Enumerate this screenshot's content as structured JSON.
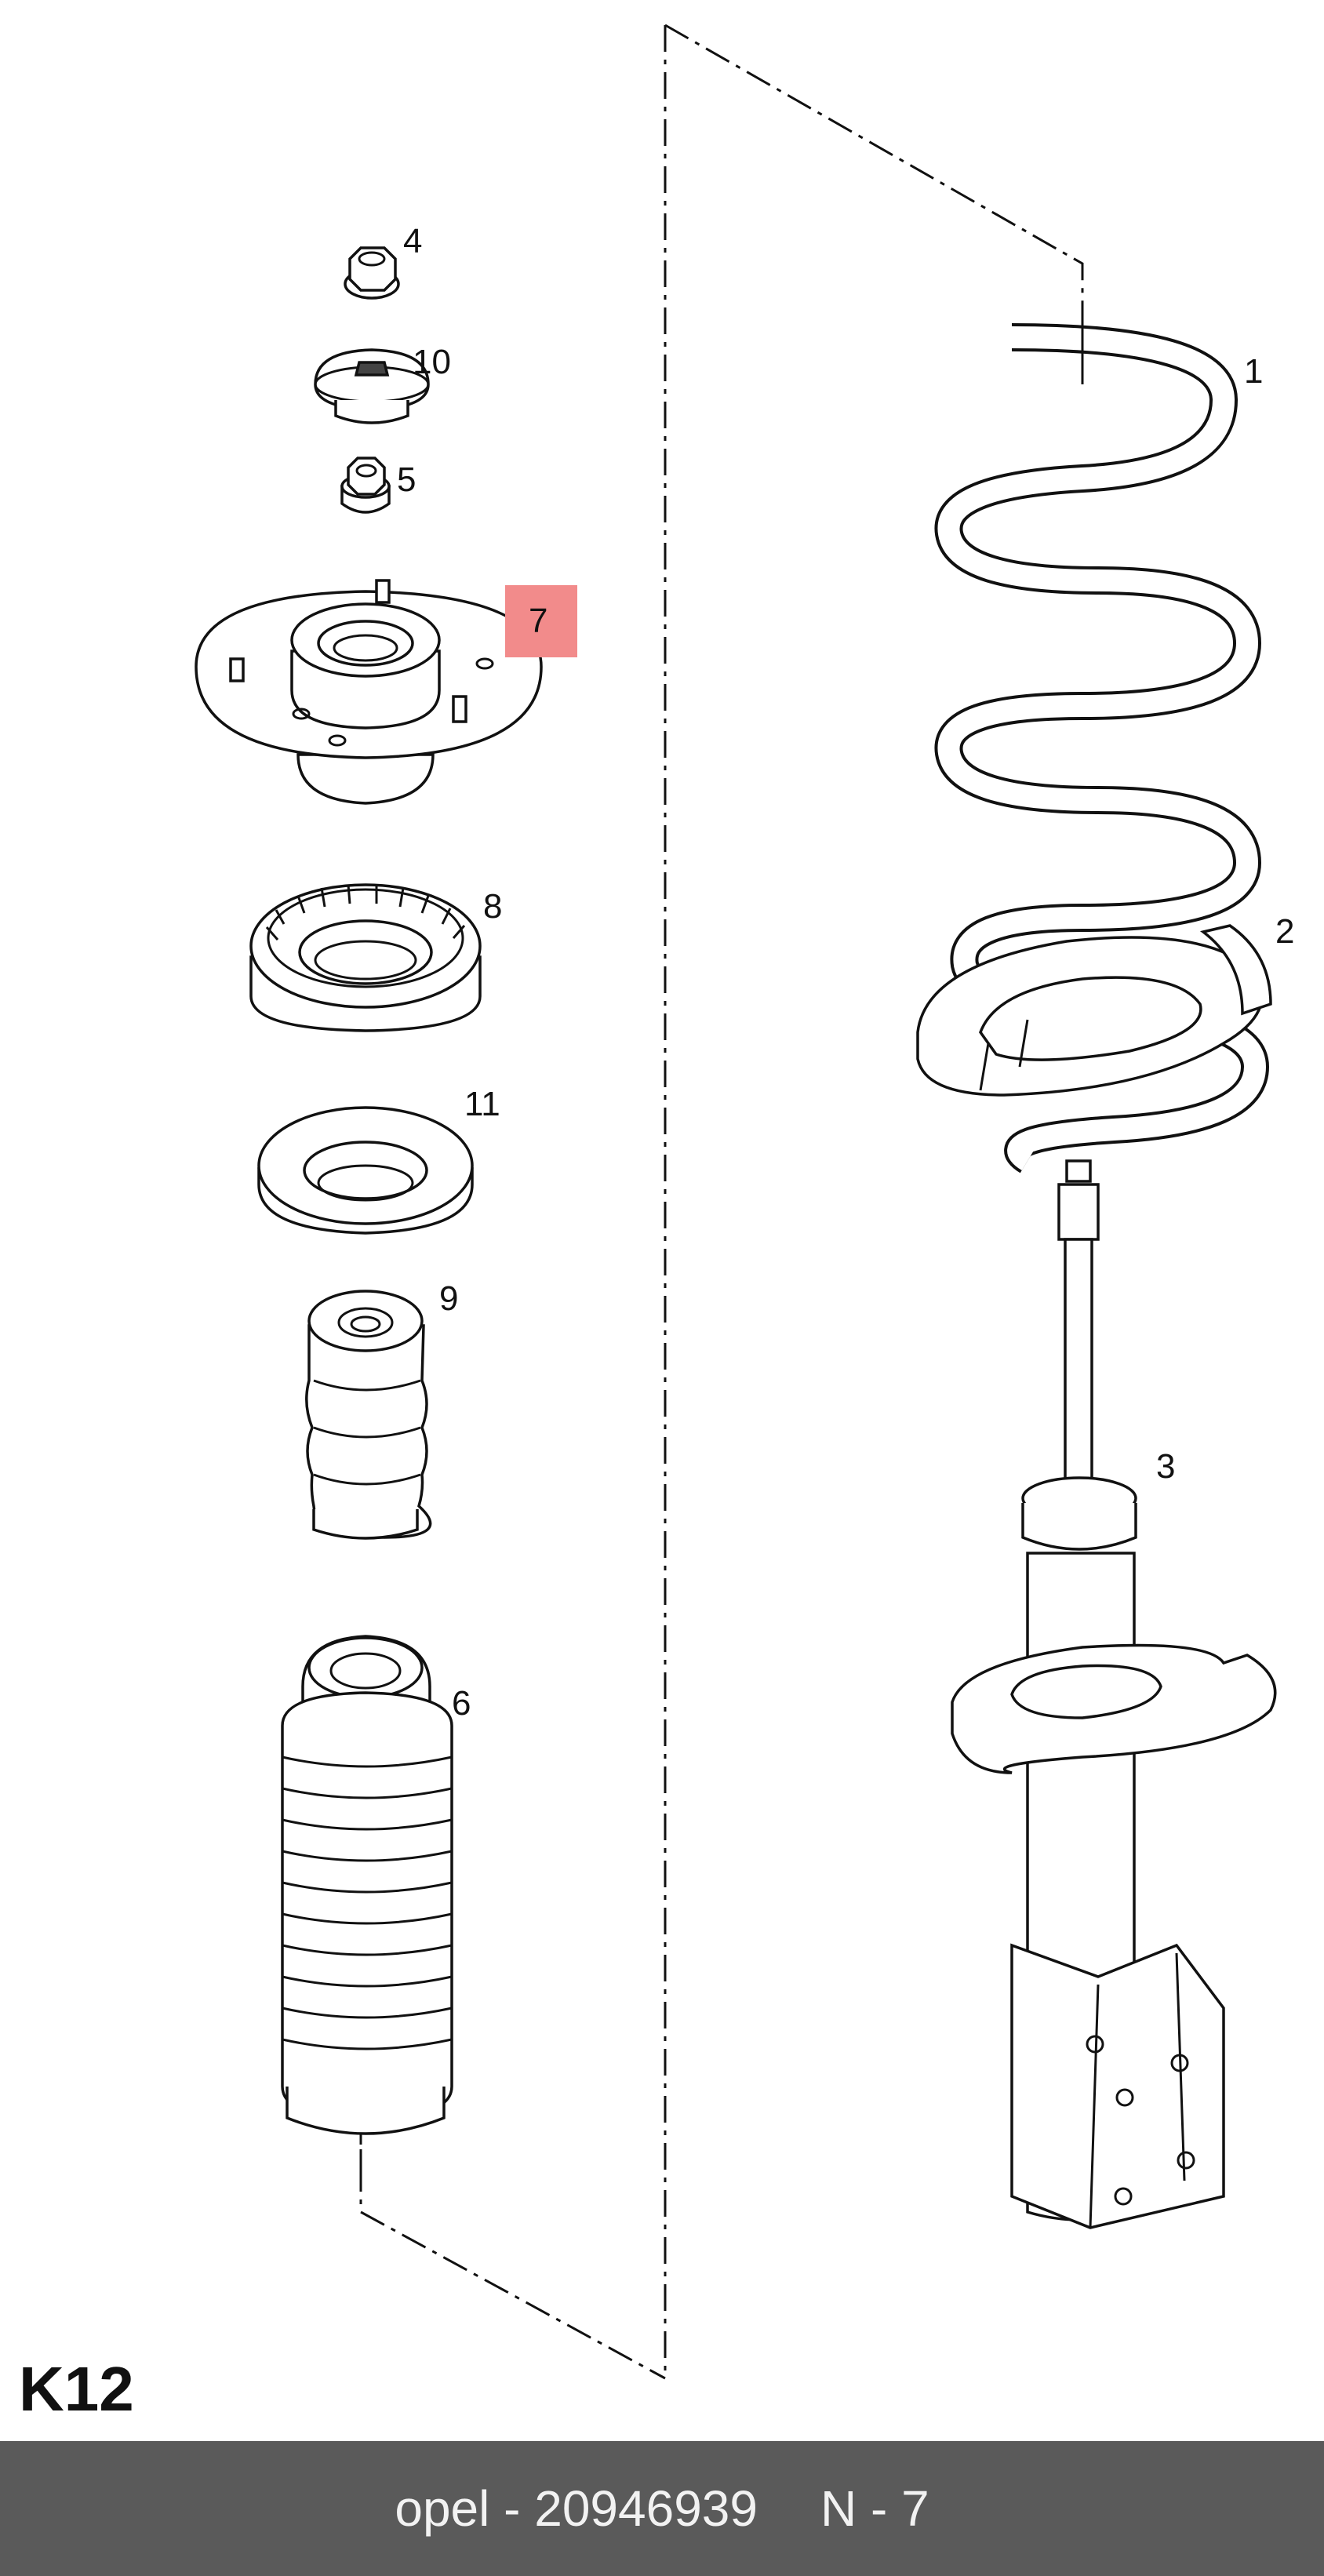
{
  "page_code": "K12",
  "highlight_color": "#f28b8b",
  "highlighted_part": "7",
  "footer": {
    "brand": "opel - 20946939",
    "ref": "N - 7"
  },
  "parts": [
    {
      "id": "p1",
      "label": "1",
      "icon": "coil-spring"
    },
    {
      "id": "p2",
      "label": "2",
      "icon": "spring-seat"
    },
    {
      "id": "p3",
      "label": "3",
      "icon": "shock-absorber-strut"
    },
    {
      "id": "p4",
      "label": "4",
      "icon": "flange-nut"
    },
    {
      "id": "p5",
      "label": "5",
      "icon": "nut"
    },
    {
      "id": "p6",
      "label": "6",
      "icon": "dust-boot"
    },
    {
      "id": "p7",
      "label": "7",
      "icon": "strut-mount"
    },
    {
      "id": "p8",
      "label": "8",
      "icon": "bearing"
    },
    {
      "id": "p9",
      "label": "9",
      "icon": "bump-stop"
    },
    {
      "id": "p10",
      "label": "10",
      "icon": "cap"
    },
    {
      "id": "p11",
      "label": "11",
      "icon": "washer"
    }
  ]
}
